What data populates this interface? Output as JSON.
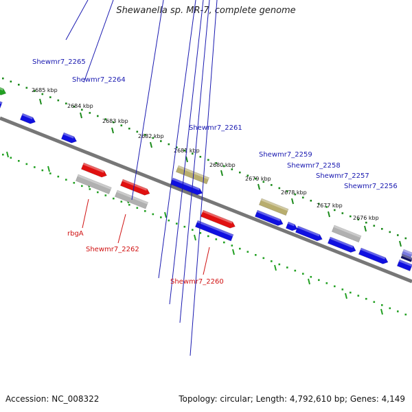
{
  "title": "Shewanella sp. MR-7, complete genome",
  "footer": {
    "accession": "Accession: NC_008322",
    "topology": "Topology: circular; Length: 4,792,610 bp; Genes: 4,149"
  },
  "colors": {
    "backbone": "#777777",
    "outer_track": "#1a8a1a",
    "inner_track": "#22a022",
    "forward_gene": "#1010e0",
    "reverse_gene": "#e01010",
    "rna_gene": "#b8ad6e",
    "pseudo_gene": "#b0b0b0",
    "label_forward": "#1818b0",
    "label_reverse": "#d01010"
  },
  "kbp_ticks": [
    "2685 kbp",
    "2684 kbp",
    "2683 kbp",
    "2682 kbp",
    "2681 kbp",
    "2680 kbp",
    "2679 kbp",
    "2678 kbp",
    "2677 kbp",
    "2676 kbp"
  ],
  "gene_labels": {
    "top": [
      "Shewmr7_2265",
      "Shewmr7_2264",
      "Shewmr7_2261",
      "Shewmr7_2259",
      "Shewmr7_2258",
      "Shewmr7_2257",
      "Shewmr7_2256"
    ],
    "bottom": [
      "rbgA",
      "Shewmr7_2262",
      "Shewmr7_2260"
    ]
  }
}
